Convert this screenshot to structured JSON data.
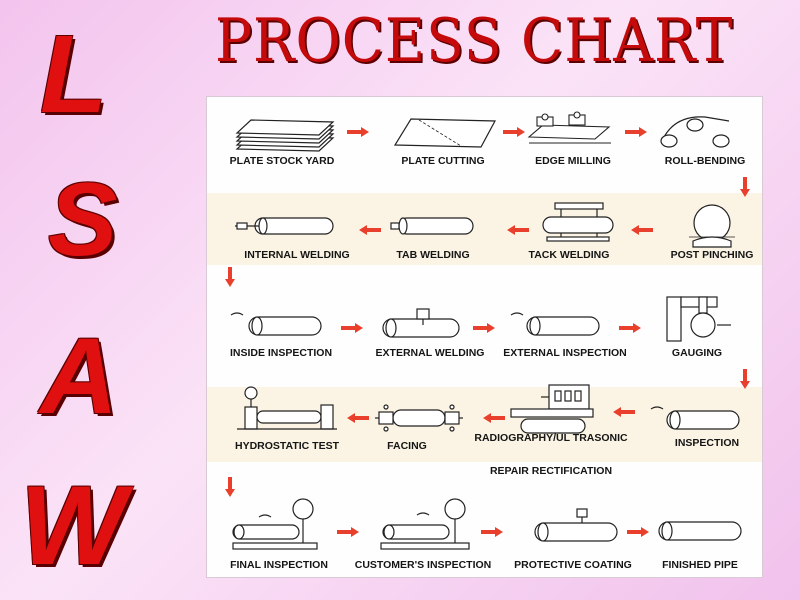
{
  "side_letters": [
    "L",
    "S",
    "A",
    "W"
  ],
  "title": "PROCESS CHART",
  "colors": {
    "accent_red": "#e01010",
    "title_red": "#c40a0a",
    "arrow_red": "#e8402c"
  },
  "steps": [
    "PLATE STOCK YARD",
    "PLATE CUTTING",
    "EDGE MILLING",
    "ROLL-BENDING",
    "POST PINCHING",
    "TACK WELDING",
    "TAB WELDING",
    "INTERNAL WELDING",
    "INSIDE INSPECTION",
    "EXTERNAL WELDING",
    "EXTERNAL INSPECTION",
    "GAUGING",
    "INSPECTION",
    "RADIOGRAPHY/UL TRASONIC",
    "REPAIR RECTIFICATION",
    "FACING",
    "HYDROSTATIC TEST",
    "FINAL INSPECTION",
    "CUSTOMER'S INSPECTION",
    "PROTECTIVE COATING",
    "FINISHED PIPE"
  ]
}
